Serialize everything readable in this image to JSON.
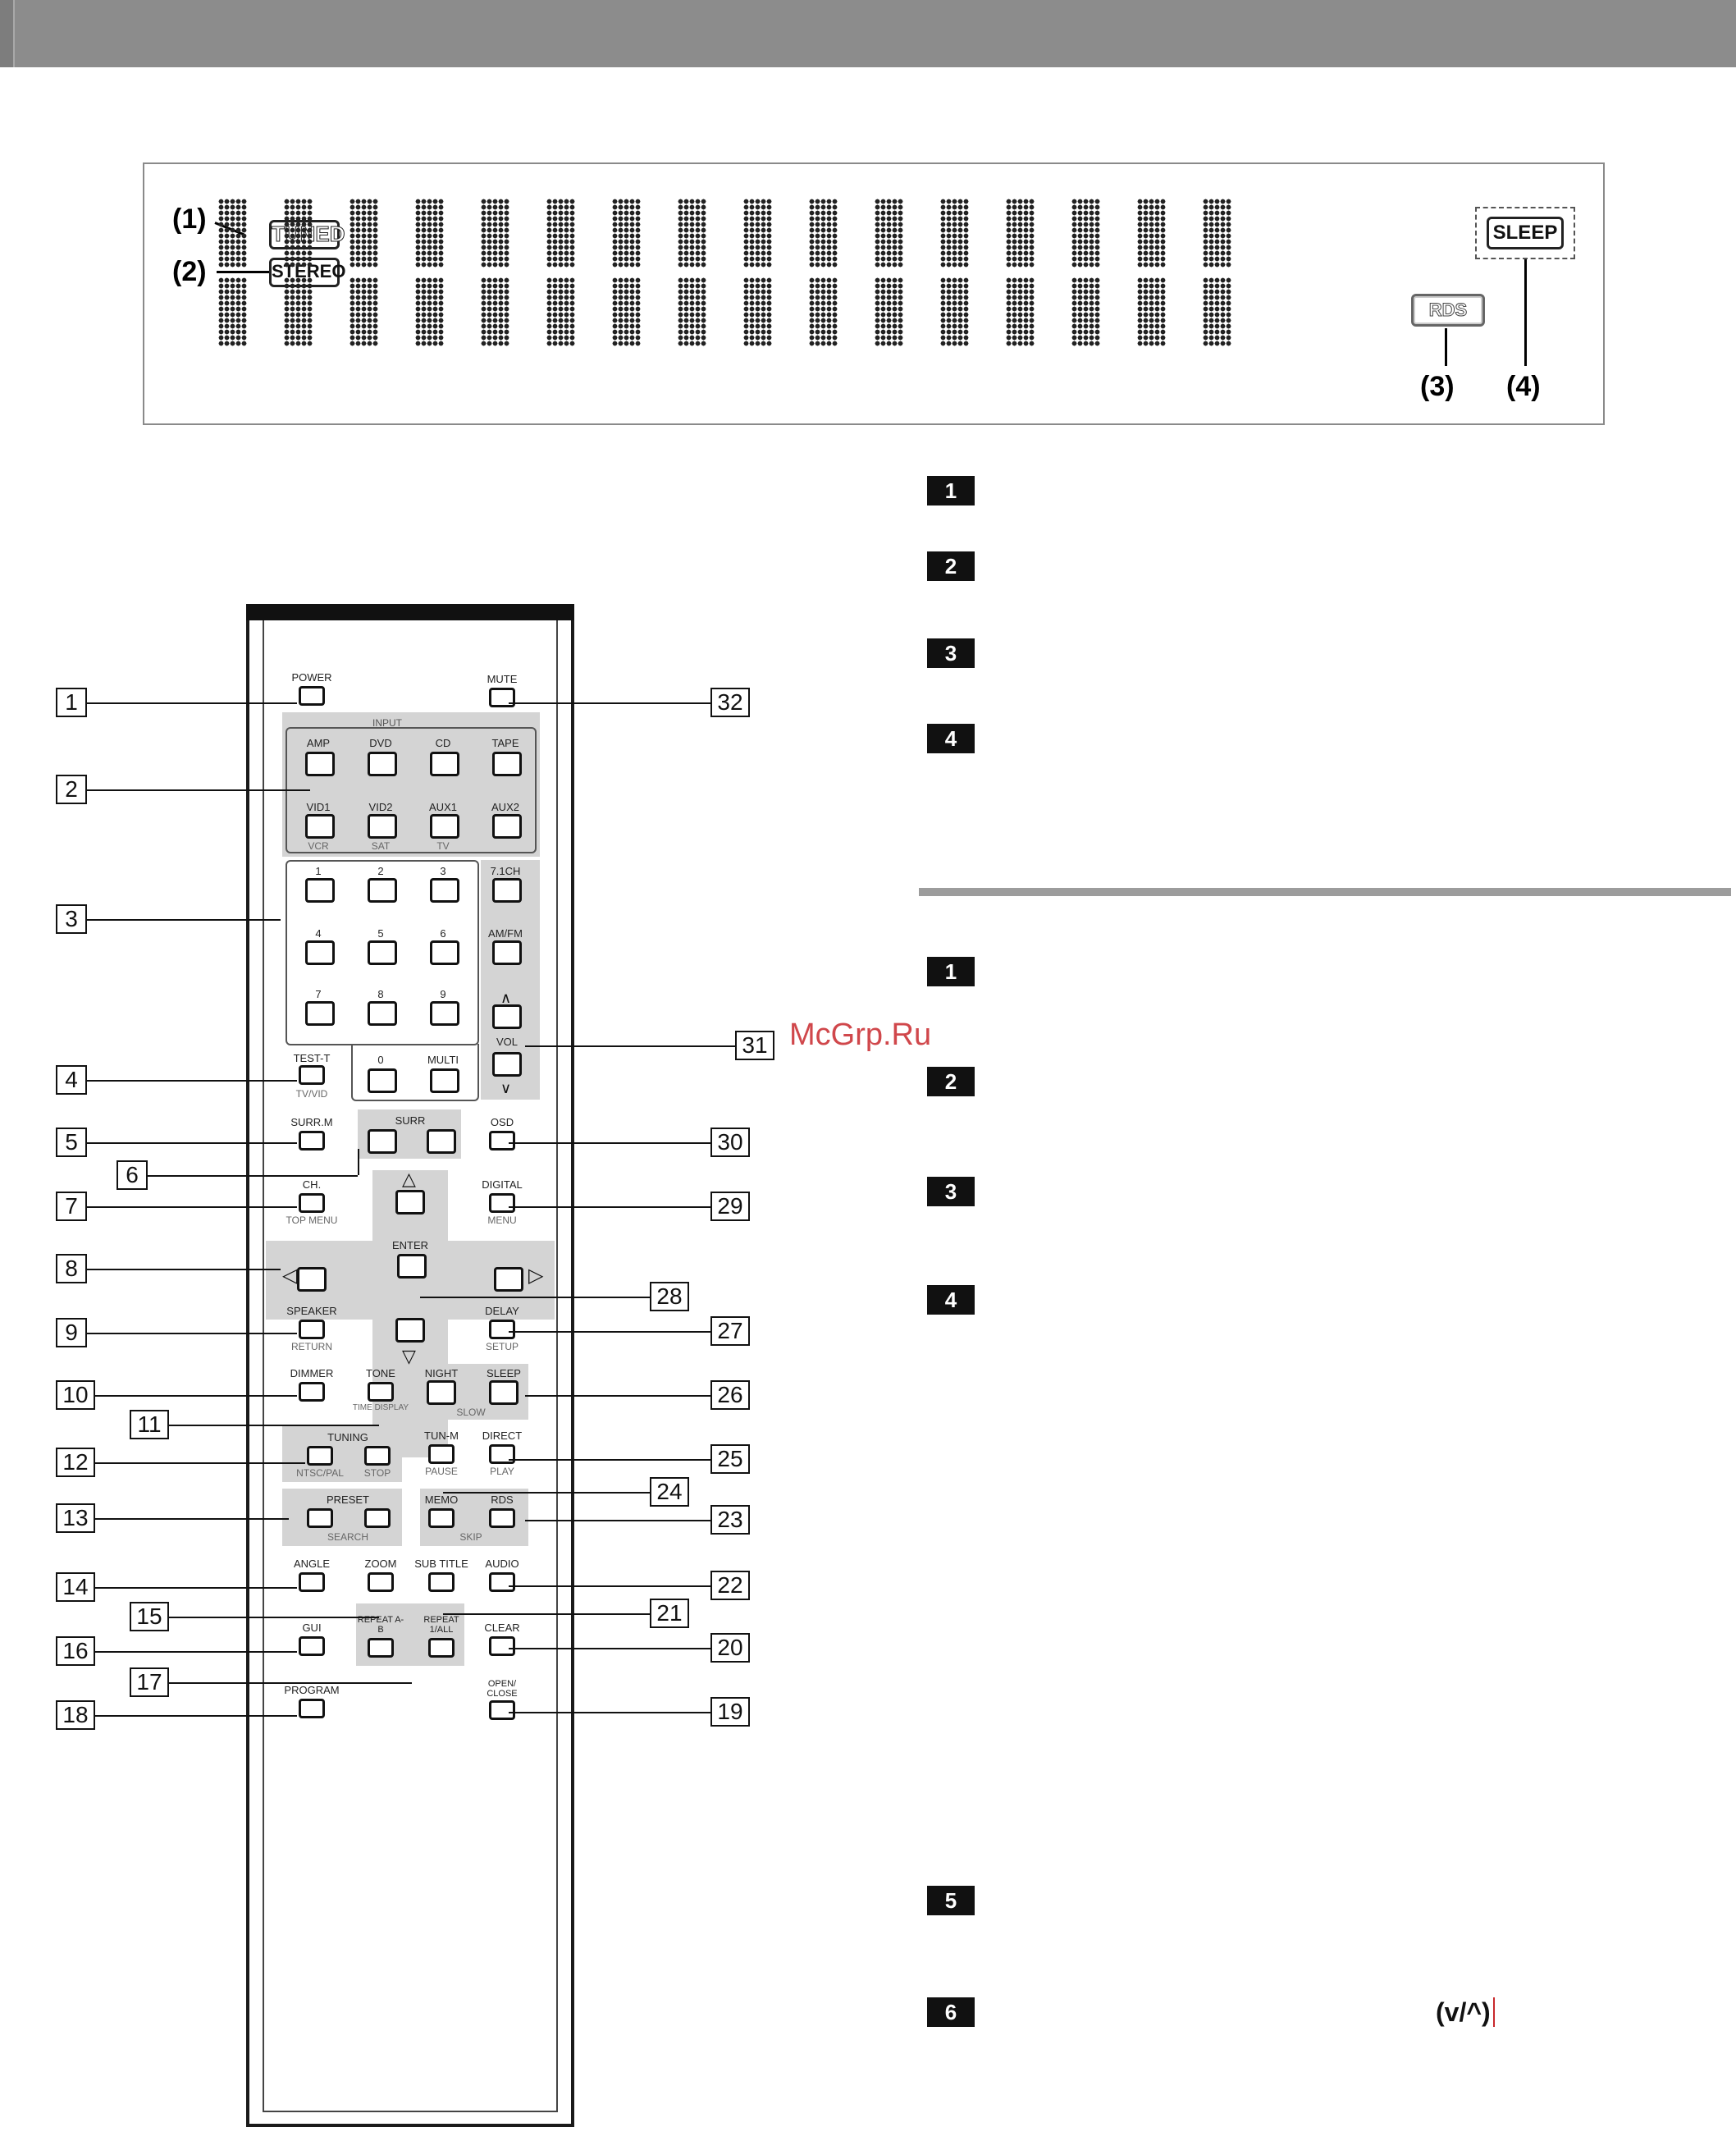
{
  "display": {
    "callouts": [
      "(1)",
      "(2)",
      "(3)",
      "(4)"
    ],
    "indicators": {
      "tuned": "TUNED",
      "stereo": "STEREO",
      "rds": "RDS",
      "sleep": "SLEEP"
    }
  },
  "remote": {
    "buttons": {
      "power": "POWER",
      "mute": "MUTE",
      "input": "INPUT",
      "amp": "AMP",
      "dvd": "DVD",
      "cd": "CD",
      "tape": "TAPE",
      "vid1": "VID1",
      "vid1_sub": "VCR",
      "vid2": "VID2",
      "vid2_sub": "SAT",
      "aux1": "AUX1",
      "aux1_sub": "TV",
      "aux2": "AUX2",
      "n1": "1",
      "n2": "2",
      "n3": "3",
      "ch71": "7.1CH",
      "n4": "4",
      "n5": "5",
      "n6": "6",
      "amfm": "AM/FM",
      "n7": "7",
      "n8": "8",
      "n9": "9",
      "testt": "TEST-T",
      "testt_sub": "TV/VID",
      "n0": "0",
      "multi": "MULTI",
      "vol": "VOL",
      "surrm": "SURR.M",
      "surr": "SURR",
      "osd": "OSD",
      "ch": "CH.",
      "ch_sub": "TOP MENU",
      "digital": "DIGITAL",
      "digital_sub": "MENU",
      "enter": "ENTER",
      "speaker": "SPEAKER",
      "speaker_sub": "RETURN",
      "delay": "DELAY",
      "delay_sub": "SETUP",
      "dimmer": "DIMMER",
      "tone": "TONE",
      "tone_sub": "TIME DISPLAY",
      "night": "NIGHT",
      "sleep": "SLEEP",
      "slow": "SLOW",
      "tuning": "TUNING",
      "ntscpal": "NTSC/PAL",
      "stop": "STOP",
      "tunm": "TUN-M",
      "pause": "PAUSE",
      "direct": "DIRECT",
      "play": "PLAY",
      "preset": "PRESET",
      "search": "SEARCH",
      "memo": "MEMO",
      "rds": "RDS",
      "skip": "SKIP",
      "angle": "ANGLE",
      "zoom": "ZOOM",
      "subtitle": "SUB TITLE",
      "audio": "AUDIO",
      "gui": "GUI",
      "repeatab": "REPEAT A-B",
      "repeatall": "REPEAT 1/ALL",
      "clear": "CLEAR",
      "program": "PROGRAM",
      "openclose": "OPEN/ CLOSE"
    },
    "callouts": [
      "1",
      "2",
      "3",
      "4",
      "5",
      "6",
      "7",
      "8",
      "9",
      "10",
      "11",
      "12",
      "13",
      "14",
      "15",
      "16",
      "17",
      "18",
      "19",
      "20",
      "21",
      "22",
      "23",
      "24",
      "25",
      "26",
      "27",
      "28",
      "29",
      "30",
      "31",
      "32"
    ]
  },
  "right": {
    "top_tags": [
      "1",
      "2",
      "3",
      "4"
    ],
    "bottom_tags": [
      "1",
      "2",
      "3",
      "4",
      "5",
      "6"
    ],
    "symbol": "(v/^)"
  },
  "watermark": "McGrp.Ru"
}
